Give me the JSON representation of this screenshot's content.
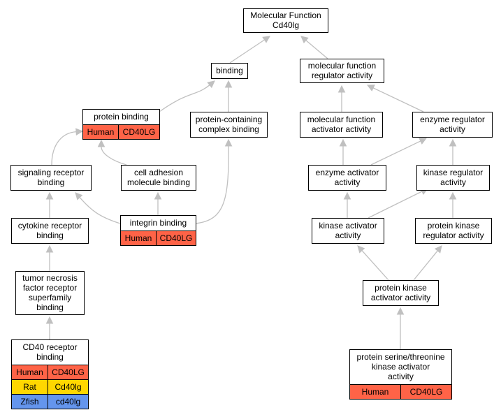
{
  "nodes": [
    {
      "id": "mf",
      "lines": [
        "Molecular Function",
        "Cd40lg"
      ]
    },
    {
      "id": "binding",
      "lines": [
        "binding"
      ]
    },
    {
      "id": "mfra",
      "lines": [
        "molecular function",
        "regulator activity"
      ]
    },
    {
      "id": "pb",
      "lines": [
        "protein binding"
      ],
      "annotations": [
        {
          "species": "Human",
          "gene": "CD40LG",
          "color": "#ff6347"
        }
      ]
    },
    {
      "id": "pccb",
      "lines": [
        "protein-containing",
        "complex binding"
      ]
    },
    {
      "id": "mfaa",
      "lines": [
        "molecular function",
        "activator activity"
      ]
    },
    {
      "id": "era",
      "lines": [
        "enzyme regulator",
        "activity"
      ]
    },
    {
      "id": "srb",
      "lines": [
        "signaling receptor",
        "binding"
      ]
    },
    {
      "id": "camb",
      "lines": [
        "cell adhesion",
        "molecule binding"
      ]
    },
    {
      "id": "eaa",
      "lines": [
        "enzyme activator",
        "activity"
      ]
    },
    {
      "id": "kra",
      "lines": [
        "kinase regulator",
        "activity"
      ]
    },
    {
      "id": "crb",
      "lines": [
        "cytokine receptor",
        "binding"
      ]
    },
    {
      "id": "ib",
      "lines": [
        "integrin binding"
      ],
      "annotations": [
        {
          "species": "Human",
          "gene": "CD40LG",
          "color": "#ff6347"
        }
      ]
    },
    {
      "id": "kaa",
      "lines": [
        "kinase activator",
        "activity"
      ]
    },
    {
      "id": "pkra",
      "lines": [
        "protein kinase",
        "regulator activity"
      ]
    },
    {
      "id": "tnfrsb",
      "lines": [
        "tumor necrosis",
        "factor receptor",
        "superfamily",
        "binding"
      ]
    },
    {
      "id": "pkaa",
      "lines": [
        "protein kinase",
        "activator activity"
      ]
    },
    {
      "id": "cd40rb",
      "lines": [
        "CD40 receptor",
        "binding"
      ],
      "annotations": [
        {
          "species": "Human",
          "gene": "CD40LG",
          "color": "#ff6347"
        },
        {
          "species": "Rat",
          "gene": "Cd40lg",
          "color": "#ffd700"
        },
        {
          "species": "Zfish",
          "gene": "cd40lg",
          "color": "#6495ed"
        }
      ]
    },
    {
      "id": "psttkaa",
      "lines": [
        "protein serine/threonine",
        "kinase activator",
        "activity"
      ],
      "annotations": [
        {
          "species": "Human",
          "gene": "CD40LG",
          "color": "#ff6347"
        }
      ]
    }
  ],
  "edges": [
    {
      "from": "binding",
      "to": "mf"
    },
    {
      "from": "mfra",
      "to": "mf"
    },
    {
      "from": "pb",
      "to": "binding"
    },
    {
      "from": "pccb",
      "to": "binding"
    },
    {
      "from": "mfaa",
      "to": "mfra"
    },
    {
      "from": "era",
      "to": "mfra"
    },
    {
      "from": "srb",
      "to": "pb"
    },
    {
      "from": "camb",
      "to": "pb"
    },
    {
      "from": "eaa",
      "to": "mfaa"
    },
    {
      "from": "eaa",
      "to": "era"
    },
    {
      "from": "kra",
      "to": "era"
    },
    {
      "from": "crb",
      "to": "srb"
    },
    {
      "from": "ib",
      "to": "srb"
    },
    {
      "from": "ib",
      "to": "camb"
    },
    {
      "from": "ib",
      "to": "pccb"
    },
    {
      "from": "kaa",
      "to": "eaa"
    },
    {
      "from": "kaa",
      "to": "kra"
    },
    {
      "from": "pkra",
      "to": "kra"
    },
    {
      "from": "tnfrsb",
      "to": "crb"
    },
    {
      "from": "pkaa",
      "to": "kaa"
    },
    {
      "from": "pkaa",
      "to": "pkra"
    },
    {
      "from": "cd40rb",
      "to": "tnfrsb"
    },
    {
      "from": "psttkaa",
      "to": "pkaa"
    }
  ]
}
